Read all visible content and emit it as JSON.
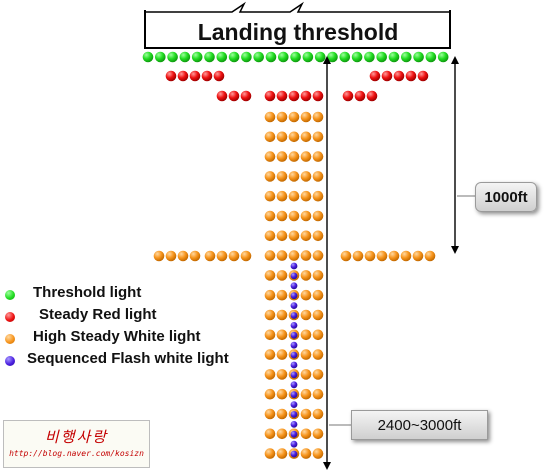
{
  "title": "Landing threshold",
  "legend": [
    {
      "label": "Threshold light",
      "color": "#22dd22"
    },
    {
      "label": "Steady Red light",
      "color": "#ee1111"
    },
    {
      "label": "High Steady White light",
      "color": "#f7951d"
    },
    {
      "label": "Sequenced Flash white light",
      "color": "#4a1fe0"
    }
  ],
  "distance_1000": "1000ft",
  "distance_total": "2400~3000ft",
  "watermark": {
    "title": "비행사랑",
    "url": "http://blog.naver.com/kosizn"
  },
  "colors": {
    "threshold": "#22dd22",
    "steady_red": "#ee1111",
    "high_steady_white": "#f7951d",
    "sequenced_flash": "#4a1fe0"
  }
}
